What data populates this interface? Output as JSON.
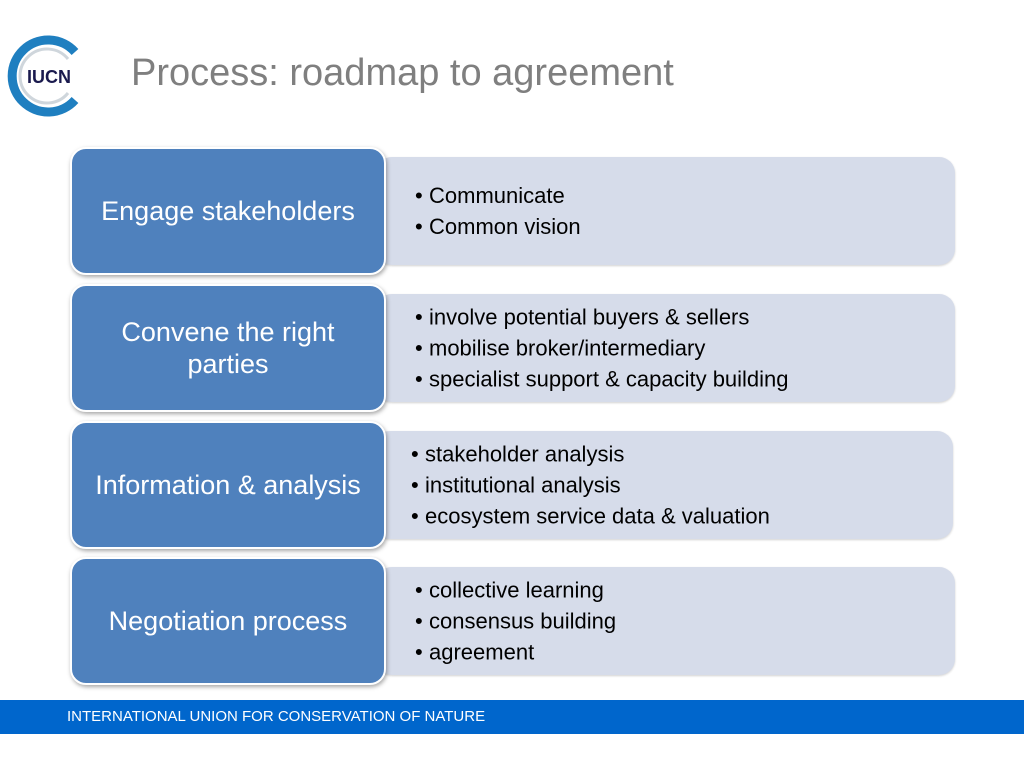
{
  "logo": {
    "text": "IUCN"
  },
  "title": "Process: roadmap to agreement",
  "colors": {
    "step_fill": "#4f81bd",
    "detail_fill": "#d6dcea",
    "footer_fill": "#0066cc",
    "title_text": "#7f7f7f"
  },
  "steps": [
    {
      "label": "Engage stakeholders",
      "bullets": [
        "Communicate",
        "Common vision"
      ]
    },
    {
      "label": "Convene the right parties",
      "bullets": [
        "involve potential buyers & sellers",
        "mobilise broker/intermediary",
        "specialist support & capacity building"
      ]
    },
    {
      "label": "Information & analysis",
      "bullets": [
        "stakeholder analysis",
        "institutional analysis",
        "ecosystem service data & valuation"
      ]
    },
    {
      "label": "Negotiation process",
      "bullets": [
        "collective learning",
        "consensus building",
        "agreement"
      ]
    }
  ],
  "footer": "INTERNATIONAL UNION FOR CONSERVATION OF NATURE"
}
